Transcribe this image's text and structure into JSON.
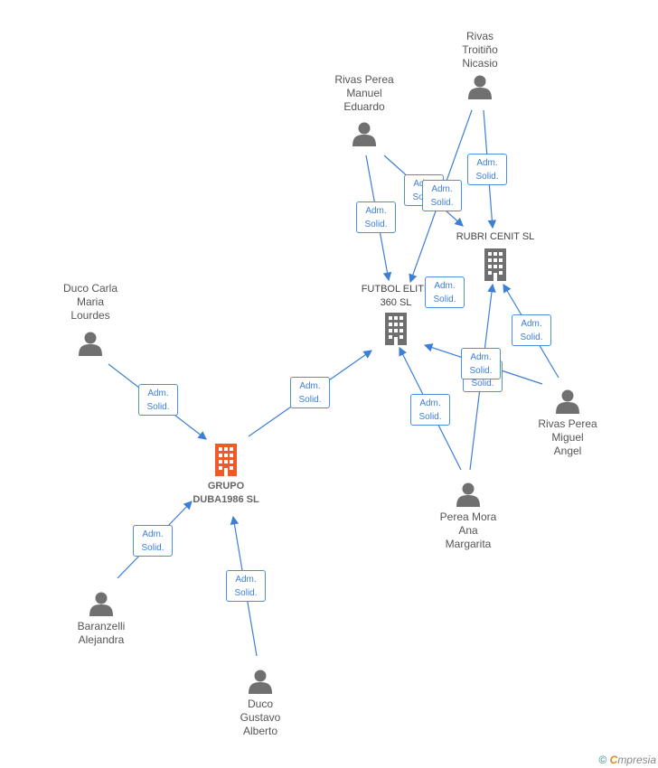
{
  "colors": {
    "edge": "#3d7fd6",
    "person_icon": "#707070",
    "building": "#6f6f6f",
    "building_main": "#f05a28"
  },
  "people": {
    "rivas_troitino": "Rivas\nTroitiño\nNicasio",
    "rivas_perea_manuel": "Rivas Perea\nManuel\nEduardo",
    "duco_carla": "Duco Carla\nMaria\nLourdes",
    "rivas_perea_miguel": "Rivas Perea\nMiguel\nAngel",
    "perea_mora": "Perea Mora\nAna\nMargarita",
    "baranzelli": "Baranzelli\nAlejandra",
    "duco_gustavo": "Duco\nGustavo\nAlberto"
  },
  "companies": {
    "rubri": "RUBRI CENIT SL",
    "futbol": "FUTBOL ELITE\n360 SL",
    "grupo": "GRUPO\nDUBA1986 SL"
  },
  "relation_label": "Adm.\nSolid.",
  "footer": {
    "copyright": "©",
    "brand_e": "C",
    "brand_rest": "mpresia"
  }
}
